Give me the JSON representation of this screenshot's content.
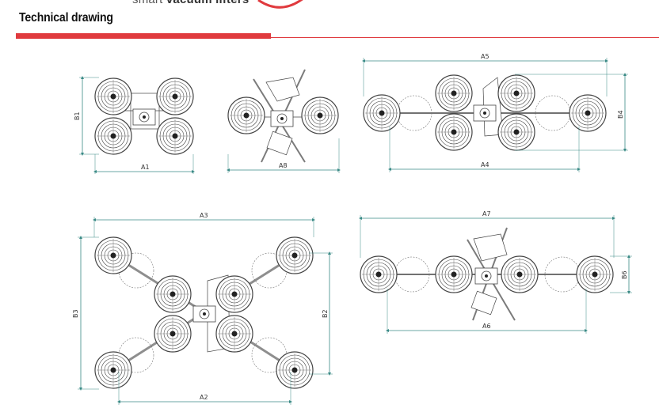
{
  "header": {
    "brand_prefix": "smart",
    "brand_bold": "vacuum lifters",
    "section_title": "Technical drawing"
  },
  "colors": {
    "accent_red": "#e03a3e",
    "dimension_teal": "#3a8a86",
    "drawing_gray": "#444444"
  },
  "views": [
    {
      "name": "4-cup compact",
      "dimensions": [
        "A1",
        "B1"
      ]
    },
    {
      "name": "rotated compact",
      "dimensions": [
        "A8"
      ]
    },
    {
      "name": "6-cup in-line extended",
      "dimensions": [
        "A5",
        "A4",
        "B4"
      ]
    },
    {
      "name": "8-cup cross extended",
      "dimensions": [
        "A3",
        "A2",
        "B3",
        "B2"
      ]
    },
    {
      "name": "in-line rotated",
      "dimensions": [
        "A7",
        "A6",
        "B6"
      ]
    }
  ],
  "labels": {
    "A1": "A1",
    "B1": "B1",
    "A8": "A8",
    "A5": "A5",
    "A4": "A4",
    "B4": "B4",
    "A3": "A3",
    "A2": "A2",
    "B3": "B3",
    "B2": "B2",
    "A7": "A7",
    "A6": "A6",
    "B6": "B6"
  }
}
